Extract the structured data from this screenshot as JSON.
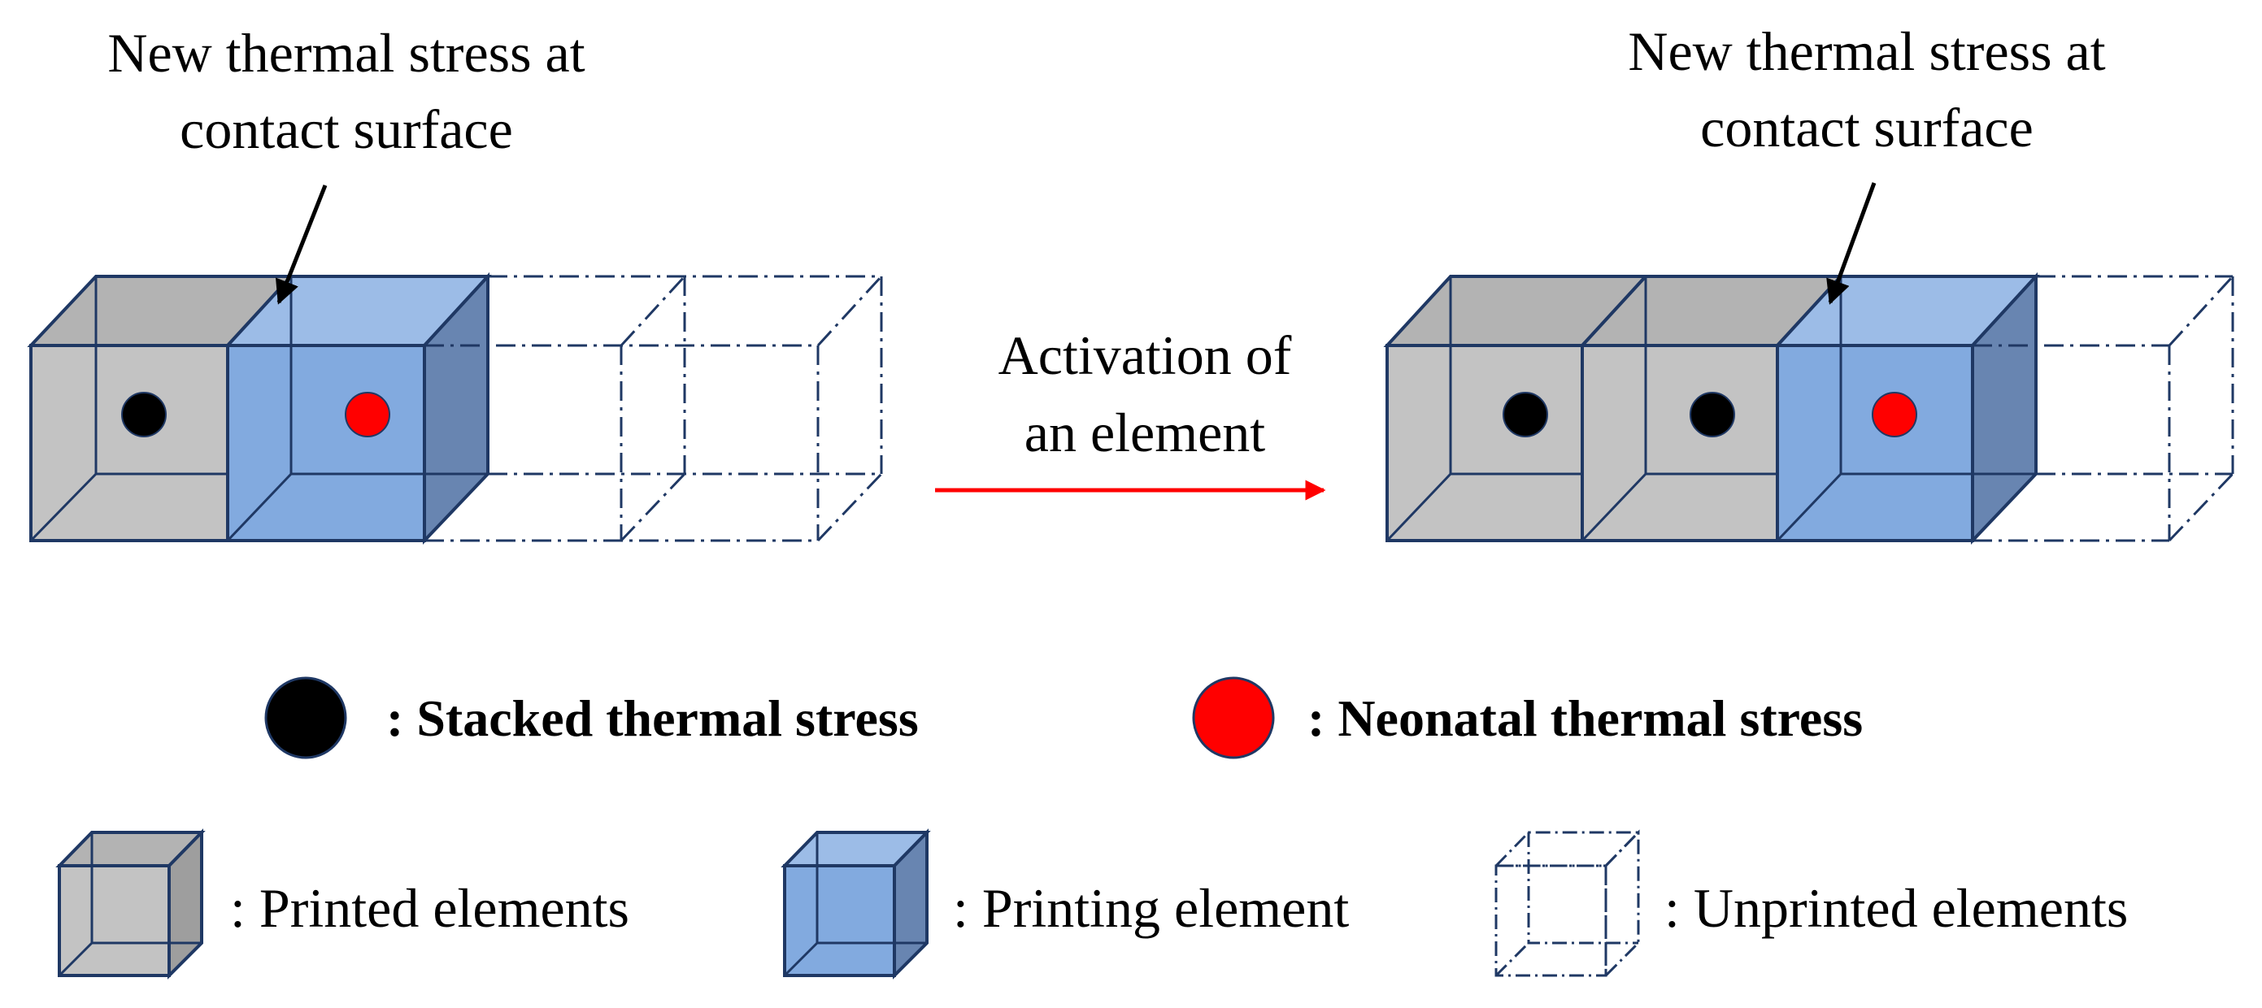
{
  "annotations": {
    "left_line1": "New thermal stress at",
    "left_line2": "contact surface",
    "right_line1": "New thermal stress at",
    "right_line2": "contact surface"
  },
  "transition": {
    "line1": "Activation of",
    "line2": "an element"
  },
  "legend": {
    "stacked": ": Stacked thermal stress",
    "neonatal": ": Neonatal thermal stress",
    "printed": ": Printed elements",
    "printing": ": Printing element",
    "unprinted": ": Unprinted elements"
  },
  "colors": {
    "printed_front": "#c3c3c3",
    "printed_side": "#9e9e9e",
    "printed_top": "#b3b3b3",
    "printing_front": "#82aadf",
    "printing_top": "#9cbce7",
    "printing_side": "#6885b1",
    "edge": "#1f3864",
    "stacked_dot": "#000000",
    "neonatal_dot": "#ff0000",
    "arrow": "#ff0000"
  }
}
